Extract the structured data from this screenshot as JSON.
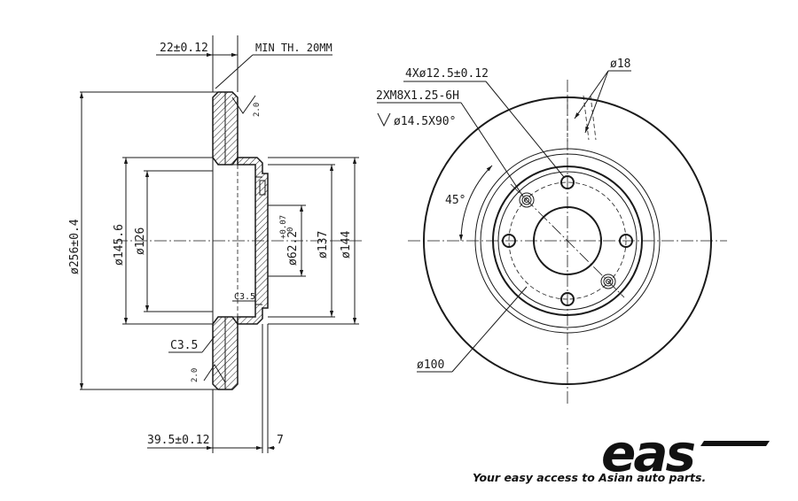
{
  "side_view": {
    "dims": {
      "total_thickness": "22±0.12",
      "min_thickness": "MIN TH. 20MM",
      "outer_dia": "ø256±0.4",
      "d145": "ø145.6",
      "d126": "ø126",
      "d62": "ø62.2",
      "d62_tol_upper": "+0.07",
      "d62_tol_lower": "0",
      "d137": "ø137",
      "d144": "ø144",
      "chamfer_outer": "C3.5",
      "chamfer_inner": "C3.5",
      "surface_top": "2.0",
      "surface_bottom": "2.0",
      "hat_height": "39.5±0.12",
      "hat_thick": "7"
    }
  },
  "front_view": {
    "dims": {
      "bolt_holes": "4Xø12.5±0.12",
      "threads": "2XM8X1.25-6H",
      "countersink": "ø14.5X90°",
      "slot_width": "ø18",
      "angle": "45°",
      "pcd": "ø100"
    }
  },
  "brand": {
    "logo": "eas",
    "tagline": "Your easy access to Asian auto parts."
  }
}
